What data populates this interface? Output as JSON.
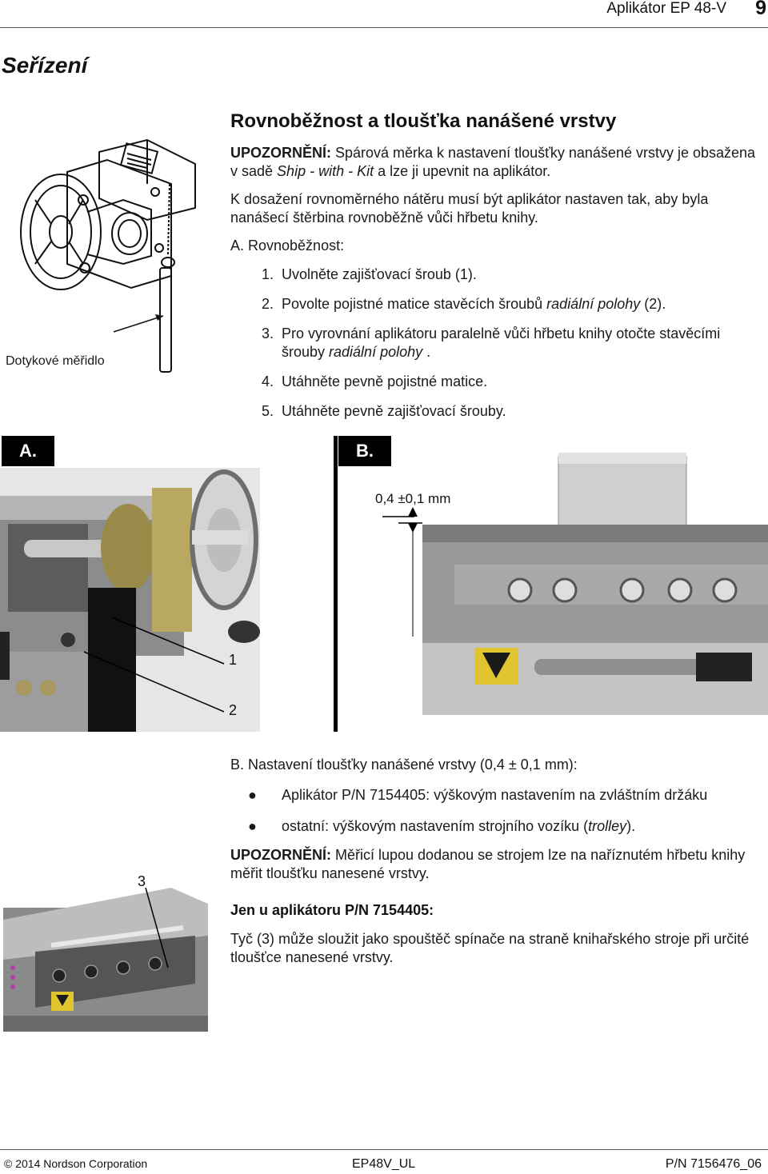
{
  "header": {
    "title": "Aplikátor EP 48-V",
    "page": "9"
  },
  "section_title": "Seřízení",
  "heading": "Rovnoběžnost a tloušťka nanášené vrstvy",
  "note1": {
    "label": "UPOZORNĚNÍ:",
    "text1": " Spárová měrka k nastavení tloušťky nanášené vrstvy je obsažena v sadě ",
    "italic": "Ship - with - Kit",
    "text2": " a lze ji upevnit na aplikátor."
  },
  "intro": "K dosažení rovnoměrného nátěru musí být aplikátor nastaven tak, aby byla nanášecí štěrbina rovnoběžně vůči hřbetu knihy.",
  "parallel_heading": "A. Rovnoběžnost:",
  "steps": [
    {
      "num": "1.",
      "text": "Uvolněte zajišťovací šroub (1).",
      "italic": "",
      "after": ""
    },
    {
      "num": "2.",
      "text": "Povolte pojistné matice stavěcích šroubů ",
      "italic": "radiální polohy",
      "after": " (2)."
    },
    {
      "num": "3.",
      "text": "Pro vyrovnání aplikátoru paralelně vůči hřbetu knihy otočte stavěcími šrouby ",
      "italic": "radiální polohy",
      "after": " ."
    },
    {
      "num": "4.",
      "text": "Utáhněte pevně pojistné matice.",
      "italic": "",
      "after": ""
    },
    {
      "num": "5.",
      "text": "Utáhněte pevně zajišťovací šrouby.",
      "italic": "",
      "after": ""
    }
  ],
  "gauge_label": "Dotykové měřidlo",
  "tags": {
    "a": "A.",
    "b": "B."
  },
  "dimension": "0,4 ±0,1 mm",
  "callouts": {
    "c1": "1",
    "c2": "2",
    "c3": "3"
  },
  "thickness_heading": "B. Nastavení tloušťky nanášené vrstvy (0,4 ± 0,1 mm):",
  "bullets": [
    {
      "text": "Aplikátor P/N 7154405: výškovým nastavením na zvláštním držáku",
      "italic": "",
      "after": ""
    },
    {
      "text": "ostatní: výškovým nastavením strojního vozíku (",
      "italic": "trolley",
      "after": ")."
    }
  ],
  "note2": {
    "label": "UPOZORNĚNÍ:",
    "text": " Měřicí lupou dodanou se strojem lze na naříznutém hřbetu knihy měřit tloušťku nanesené vrstvy."
  },
  "only_heading": "Jen u aplikátoru P/N 7154405:",
  "rod_text": "Tyč (3) může sloužit jako spouštěč spínače na straně knihařského stroje při určité tloušťce nanesené vrstvy.",
  "footer": {
    "copyright_symbol": "©",
    "copyright": "2014 Nordson Corporation",
    "doc": "EP48V_UL",
    "pn": "P/N 7156476_06"
  }
}
